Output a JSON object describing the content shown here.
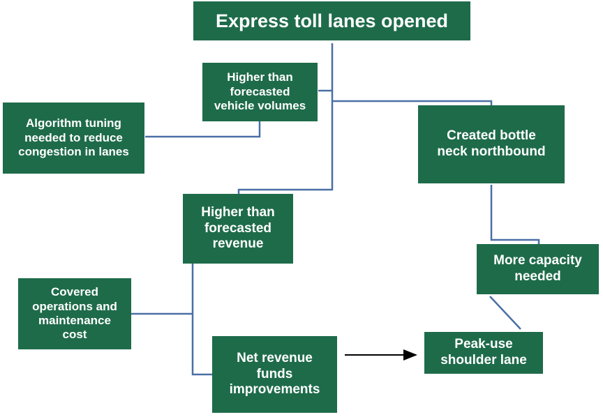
{
  "diagram": {
    "nodes": {
      "express_lanes": "Express toll lanes opened",
      "higher_volumes": "Higher than\nforecasted\nvehicle volumes",
      "algorithm_tuning": "Algorithm tuning\nneeded to reduce\ncongestion in lanes",
      "bottleneck": "Created bottle\nneck northbound",
      "higher_revenue": "Higher than\nforecasted\nrevenue",
      "more_capacity": "More capacity\nneeded",
      "covered_costs": "Covered\noperations and\nmaintenance\ncost",
      "net_revenue": "Net revenue\nfunds\nimprovements",
      "shoulder_lane": "Peak-use\nshoulder lane"
    },
    "colors": {
      "node_fill": "#1e6b4a",
      "node_text": "#ffffff",
      "connector": "#4a6fa5",
      "arrow": "#000000"
    }
  }
}
